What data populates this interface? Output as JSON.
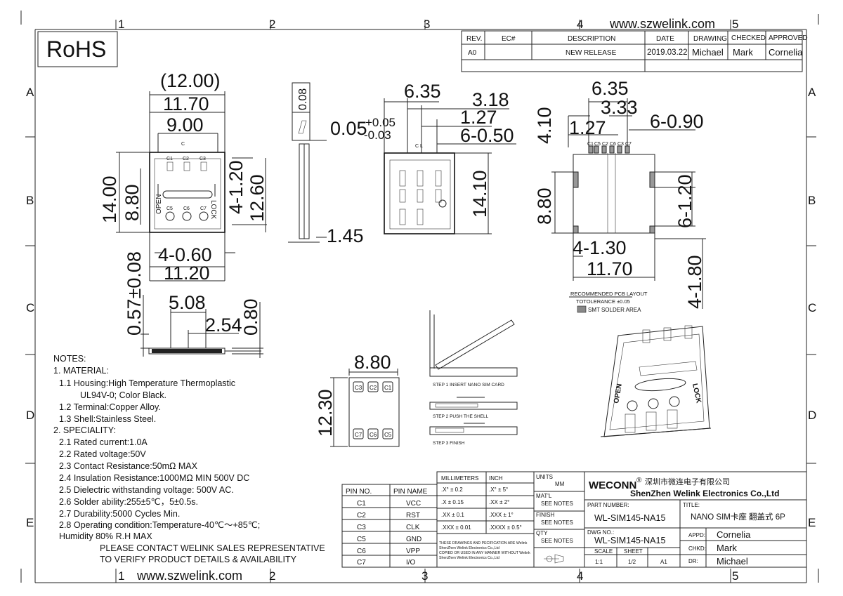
{
  "site": "www.szwelink.com",
  "rohs": "RoHS",
  "grid": {
    "cols": [
      "1",
      "2",
      "3",
      "4",
      "5"
    ],
    "rows": [
      "A",
      "B",
      "C",
      "D",
      "E"
    ]
  },
  "revision": {
    "headers": [
      "REV.",
      "EC#",
      "DESCRIPTION",
      "DATE",
      "DRAWING",
      "CHECKED",
      "APPROVED"
    ],
    "row": [
      "A0",
      "",
      "NEW RELEASE",
      "2019.03.22",
      "Michael",
      "Mark",
      "Cornelia"
    ]
  },
  "top_view": {
    "dims": [
      "(12.00)",
      "11.70",
      "9.00",
      "14.00",
      "8.80",
      "4-1.20",
      "12.60",
      "4-0.60",
      "11.20"
    ],
    "labels": {
      "c": "C",
      "c1": "C1",
      "c2": "C2",
      "c3": "C3",
      "c5": "C5",
      "c6": "C6",
      "c7": "C7",
      "open": "OPEN",
      "lock": "LOCK"
    }
  },
  "side_view": {
    "dims": [
      "0.08",
      "0.05",
      "+0.05",
      "-0.03",
      "1.45"
    ]
  },
  "front_view": {
    "dims": [
      "6.35",
      "3.18",
      "1.27",
      "6-0.50",
      "14.10"
    ],
    "labels": {
      "c": "C",
      "l": "L"
    }
  },
  "pcb_layout": {
    "dims": [
      "6.35",
      "3.33",
      "6-0.90",
      "4.10",
      "1.27",
      "8.80",
      "6-1.20",
      "4-1.30",
      "11.70",
      "4-1.80"
    ],
    "pins": [
      "C1",
      "C5",
      "C2",
      "C6",
      "C3",
      "C7"
    ],
    "title": "RECOMMENDED PCB LAYOUT",
    "tolerance": "TOTOLERANCE ±0.05",
    "legend": "SMT SOLDER AREA"
  },
  "bottom_view": {
    "dims": [
      "0.57±0.08",
      "5.08",
      "2.54",
      "0.80"
    ]
  },
  "card": {
    "dims": [
      "8.80",
      "12.30"
    ],
    "pins_top": [
      "C3",
      "C2",
      "C1"
    ],
    "pins_bottom": [
      "C7",
      "C6",
      "C5"
    ]
  },
  "steps": [
    "STEP 1 INSERT NANO SIM CARD",
    "STEP 2 PUSH THE SHELL",
    "STEP 3 FINISH"
  ],
  "iso_view": {
    "open": "OPEN",
    "lock": "LOCK"
  },
  "notes": {
    "lines": [
      "NOTES:",
      "1. MATERIAL:",
      "1.1 Housing:High Temperature Thermoplastic",
      "UL94V-0; Color Black.",
      "1.2 Terminal:Copper Alloy.",
      "1.3 Shell:Stainless Steel.",
      "2. SPECIALITY:",
      "2.1 Rated current:1.0A",
      "2.2 Rated voltage:50V",
      "2.3 Contact Resistance:50mΩ MAX",
      "2.4 Insulation Resistance:1000MΩ MIN 500V DC",
      "2.5 Dielectric withstanding voltage: 500V AC.",
      "2.6 Solder ability:255±5℃，5±0.5s.",
      "2.7 Durability:5000 Cycles Min.",
      "2.8 Operating condition:Temperature-40℃～+85℃;",
      "Humidity 80% R.H MAX",
      "PLEASE CONTACT WELINK SALES REPRESENTATIVE",
      "TO VERIFY PRODUCT DETAILS & AVAILABILITY"
    ]
  },
  "pin_table": {
    "headers": [
      "PIN NO.",
      "PIN NAME"
    ],
    "rows": [
      [
        "C1",
        "VCC"
      ],
      [
        "C2",
        "RST"
      ],
      [
        "C3",
        "CLK"
      ],
      [
        "C5",
        "GND"
      ],
      [
        "C6",
        "VPP"
      ],
      [
        "C7",
        "I/O"
      ]
    ]
  },
  "tolerance_table": {
    "headers": [
      "MILLIMETERS",
      "INCH"
    ],
    "rows": [
      [
        ".X°  ± 0.2",
        ".X°  ± 5°"
      ],
      [
        ".X  ± 0.15",
        ".XX  ± 2°"
      ],
      [
        ".XX  ± 0.1",
        ".XXX  ± 1°"
      ],
      [
        ".XXX  ± 0.01",
        ".XXXX  ± 0.5°"
      ]
    ],
    "disclaimer": [
      "THESE DRAWINGS AND PECIFICATION ARE Welink",
      "ShenZhen Welink Electronics Co.,Ltd",
      "COPIED OR USED IN ANY MANNER WITHOUT Welink",
      "ShenZhen Welink Electronics Co.,Ltd"
    ]
  },
  "title_block": {
    "units_label": "UNITS",
    "units": "MM",
    "matl_label": "MAT'L",
    "matl": "SEE NOTES",
    "finish_label": "FINISH",
    "finish": "SEE NOTES",
    "qty_label": "QTY",
    "qty": "SEE NOTES",
    "brand": "WECONN",
    "reg": "®",
    "company_cn": "深圳市微连电子有限公司",
    "company_en": "ShenZhen Welink Electronics Co.,Ltd",
    "part_number_label": "PART NUMBER:",
    "part_number": "WL-SIM145-NA15",
    "title_label": "TITLE:",
    "title": "NANO SIM卡座 翻盖式 6P",
    "dwg_no_label": "DWG NO.:",
    "dwg_no": "WL-SIM145-NA15",
    "scale_label": "SCALE",
    "sheet_label": "SHEET",
    "scale": "1:1",
    "sheet": "1/2",
    "size": "A1",
    "appd_label": "APPD:",
    "appd": "Cornelia",
    "chkd_label": "CHKD:",
    "chkd": "Mark",
    "dr_label": "DR:",
    "dr": "Michael"
  }
}
